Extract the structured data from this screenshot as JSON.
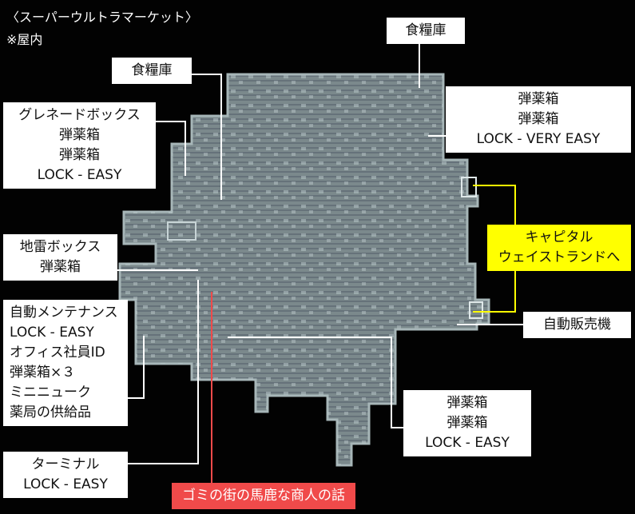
{
  "header": {
    "title": "〈スーパーウルトラマーケット〉",
    "subtitle": "※屋内"
  },
  "labels": {
    "food_storage_top": "食糧庫",
    "food_storage_left": "食糧庫",
    "grenade_box": [
      "グレネードボックス",
      "弾薬箱",
      "弾薬箱",
      "LOCK - EASY"
    ],
    "ammo_very_easy": [
      "弾薬箱",
      "弾薬箱",
      "LOCK - VERY EASY"
    ],
    "mine_box": [
      "地雷ボックス",
      "弾薬箱"
    ],
    "capital_wasteland": [
      "キャピタル",
      "ウェイストランドへ"
    ],
    "auto_maintenance": [
      "自動メンテナンス",
      "LOCK - EASY",
      "オフィス社員ID",
      "弾薬箱×３",
      "ミニニューク",
      "薬局の供給品"
    ],
    "vending_machine": "自動販売機",
    "ammo_easy_bottom": [
      "弾薬箱",
      "弾薬箱",
      "LOCK - EASY"
    ],
    "terminal": [
      "ターミナル",
      "LOCK - EASY"
    ],
    "quest_talk": "ゴミの街の馬鹿な商人の話"
  },
  "colors": {
    "map_fill": "#7f8d90",
    "map_stripe": "#6a7679",
    "map_edge": "#a7b6b8",
    "callout_line": "#ffffff",
    "exit_line": "#ffff00",
    "quest_line": "#f04a4a"
  }
}
